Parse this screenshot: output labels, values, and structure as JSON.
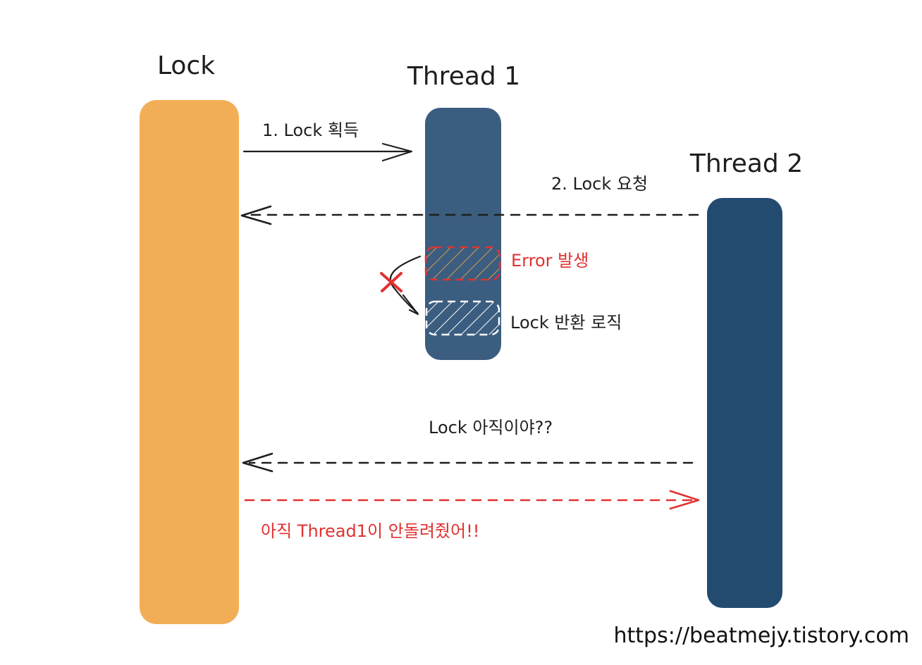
{
  "participants": {
    "lock": "Lock",
    "thread1": "Thread 1",
    "thread2": "Thread 2"
  },
  "messages": {
    "acquire": "1. Lock 획득",
    "request": "2. Lock 요청",
    "retry": "Lock 아직이야??",
    "denied": "아직 Thread1이 안돌려줬어!!"
  },
  "thread1_blocks": {
    "error": "Error 발생",
    "release_logic": "Lock 반환 로직"
  },
  "watermark": "https://beatmejy.tistory.com",
  "colors": {
    "lock": "#F2AE57",
    "thread1": "#3B5D80",
    "thread2": "#234B70",
    "error": "#E03131",
    "text": "#1e1e1e"
  }
}
